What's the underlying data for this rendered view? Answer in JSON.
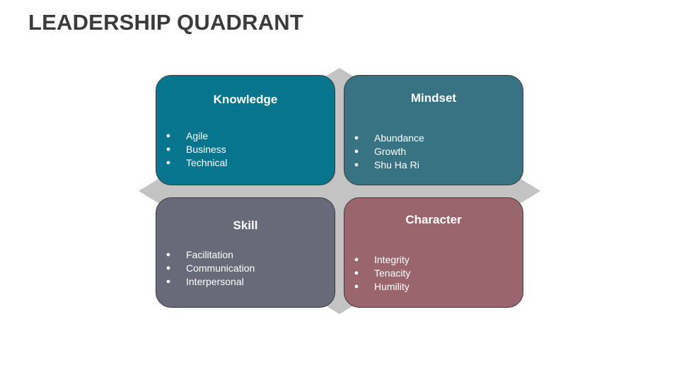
{
  "title": "LEADERSHIP QUADRANT",
  "colors": {
    "background": "#ffffff",
    "title": "#3b3b3b",
    "connector": "#c3c3c3",
    "border": "#3a3a3a"
  },
  "quadrants": [
    {
      "title": "Knowledge",
      "color": "#08758f",
      "items": [
        "Agile",
        "Business",
        "Technical"
      ]
    },
    {
      "title": "Mindset",
      "color": "#377383",
      "items": [
        "Abundance",
        "Growth",
        "Shu Ha Ri"
      ]
    },
    {
      "title": "Skill",
      "color": "#696a79",
      "items": [
        "Facilitation",
        "Communication",
        "Interpersonal"
      ]
    },
    {
      "title": "Character",
      "color": "#9b656d",
      "items": [
        "Integrity",
        "Tenacity",
        "Humility"
      ]
    }
  ]
}
